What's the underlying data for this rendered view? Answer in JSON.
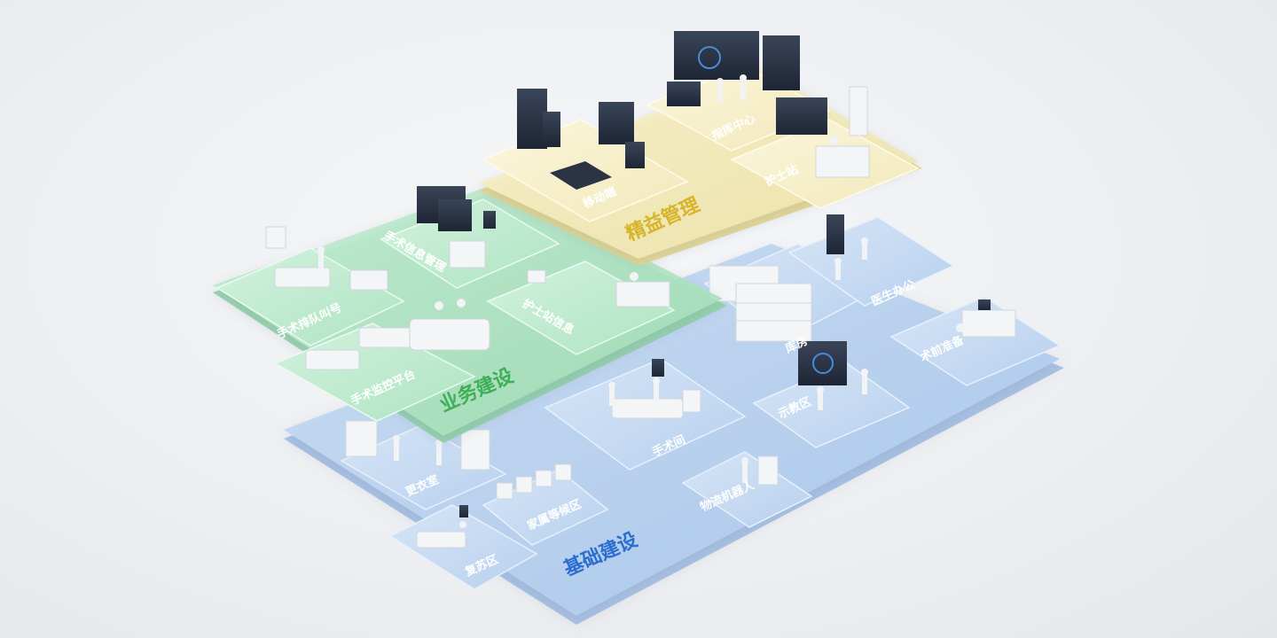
{
  "layers": {
    "top": {
      "title": "精益管理",
      "color": "#e6c94a"
    },
    "middle": {
      "title": "业务建设",
      "color": "#3fae57"
    },
    "bottom": {
      "title": "基础建设",
      "color": "#2a6fd0"
    }
  },
  "zones": {
    "mobile_terminal": "移动端",
    "command_center": "指挥中心",
    "nurse_station_top": "护士站",
    "surgery_queue": "手术排队叫号",
    "surgery_info": "手术信息管理",
    "anesthesia_ward": "手术监控平台",
    "ward_info": "护士站信息",
    "storage": "库房",
    "doctor_office": "医生办公",
    "ward_prep": "术前准备",
    "operating_room": "手术间",
    "teaching_area": "示教区",
    "changing_room": "更衣室",
    "family_waiting": "家属等候区",
    "logistics_robot": "物流机器人",
    "recovery": "复苏区"
  }
}
